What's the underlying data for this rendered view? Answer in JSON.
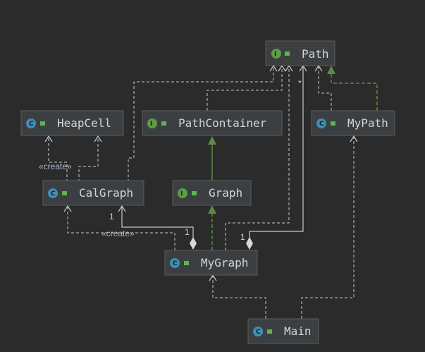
{
  "nodes": {
    "path": {
      "name": "Path",
      "kind": "I"
    },
    "heapcell": {
      "name": "HeapCell",
      "kind": "C"
    },
    "pathcontainer": {
      "name": "PathContainer",
      "kind": "I"
    },
    "mypath": {
      "name": "MyPath",
      "kind": "C"
    },
    "calgraph": {
      "name": "CalGraph",
      "kind": "C"
    },
    "graph": {
      "name": "Graph",
      "kind": "I"
    },
    "mygraph": {
      "name": "MyGraph",
      "kind": "C"
    },
    "main": {
      "name": "Main",
      "kind": "C"
    }
  },
  "labels": {
    "create_heapcell": "«create»",
    "create_calgraph": "«create»",
    "mult_path_star": "*",
    "mult_calgraph_1": "1",
    "mult_mygraph_1a": "1",
    "mult_mygraph_1b": "1"
  },
  "colors": {
    "background": "#2b2b2b",
    "class_icon": "#3f8fb4",
    "interface_icon": "#5e9c47",
    "realization": "#5b8c45"
  }
}
